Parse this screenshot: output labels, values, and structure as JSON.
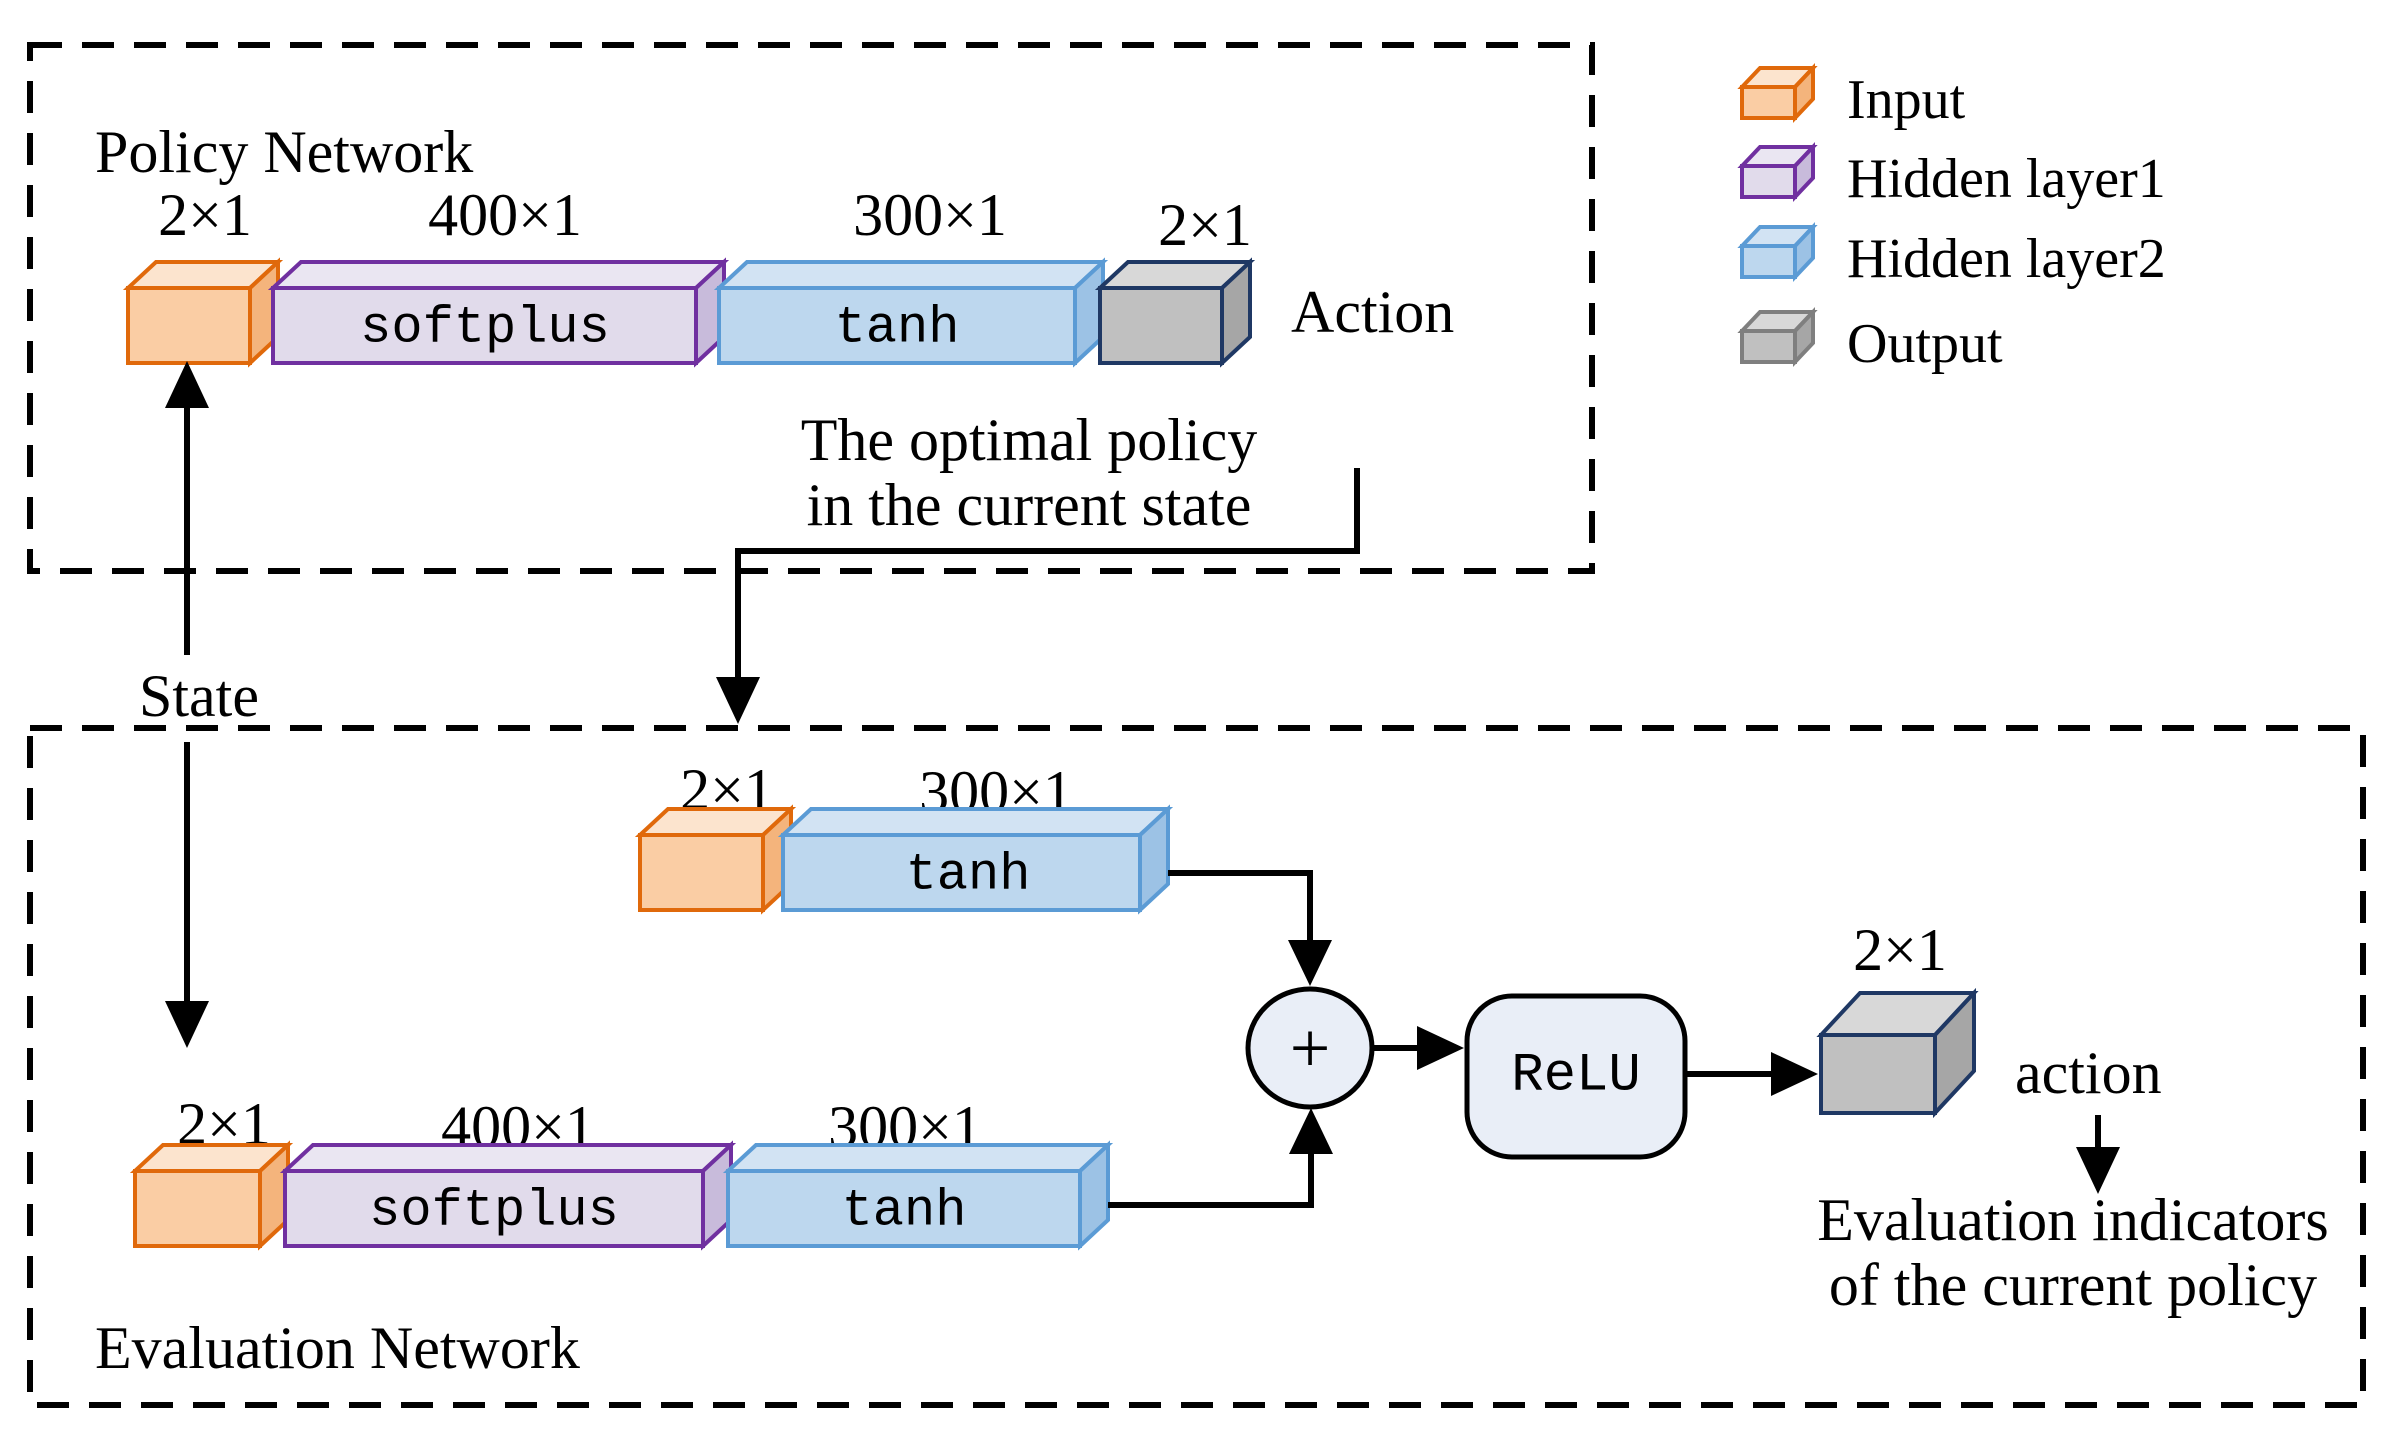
{
  "policy_network": {
    "title": "Policy Network",
    "input_dim": "2×1",
    "hidden1_dim": "400×1",
    "hidden1_activation": "softplus",
    "hidden2_dim": "300×1",
    "hidden2_activation": "tanh",
    "output_dim": "2×1",
    "action_label": "Action",
    "note_line1": "The optimal policy",
    "note_line2": "in the current state"
  },
  "state_label": "State",
  "evaluation_network": {
    "title": "Evaluation Network",
    "action_branch": {
      "input_dim": "2×1",
      "hidden_dim": "300×1",
      "activation": "tanh"
    },
    "state_branch": {
      "input_dim": "2×1",
      "hidden1_dim": "400×1",
      "hidden1_activation": "softplus",
      "hidden2_dim": "300×1",
      "hidden2_activation": "tanh"
    },
    "sum_symbol": "+",
    "relu_label": "ReLU",
    "output_dim": "2×1",
    "action_label": "action",
    "note_line1": "Evaluation indicators",
    "note_line2": "of the current policy"
  },
  "legend": {
    "items": [
      {
        "label": "Input",
        "color": "#FACDA4",
        "stroke": "#E0690B"
      },
      {
        "label": "Hidden layer1",
        "color": "#E1DBEB",
        "stroke": "#7030A0"
      },
      {
        "label": "Hidden layer2",
        "color": "#BDD7EE",
        "stroke": "#5B9BD5"
      },
      {
        "label": "Output",
        "color": "#C0C0C0",
        "stroke": "#7F7F7F"
      }
    ]
  },
  "colors": {
    "input_front": "#FACDA4",
    "input_top": "#FCE4CE",
    "input_side": "#F4B47C",
    "input_stroke": "#E0690B",
    "hidden1_front": "#E1DBEB",
    "hidden1_top": "#EAE6F2",
    "hidden1_side": "#C8BBDB",
    "hidden1_stroke": "#7030A0",
    "hidden2_front": "#BDD7EE",
    "hidden2_top": "#D2E3F3",
    "hidden2_side": "#9CC2E5",
    "hidden2_stroke": "#5B9BD5",
    "output_front": "#C0C0C0",
    "output_top": "#D8D8D8",
    "output_side": "#A6A6A6",
    "output_stroke": "#1F3864",
    "node_fill": "#E9EEF7",
    "line": "#000000"
  }
}
